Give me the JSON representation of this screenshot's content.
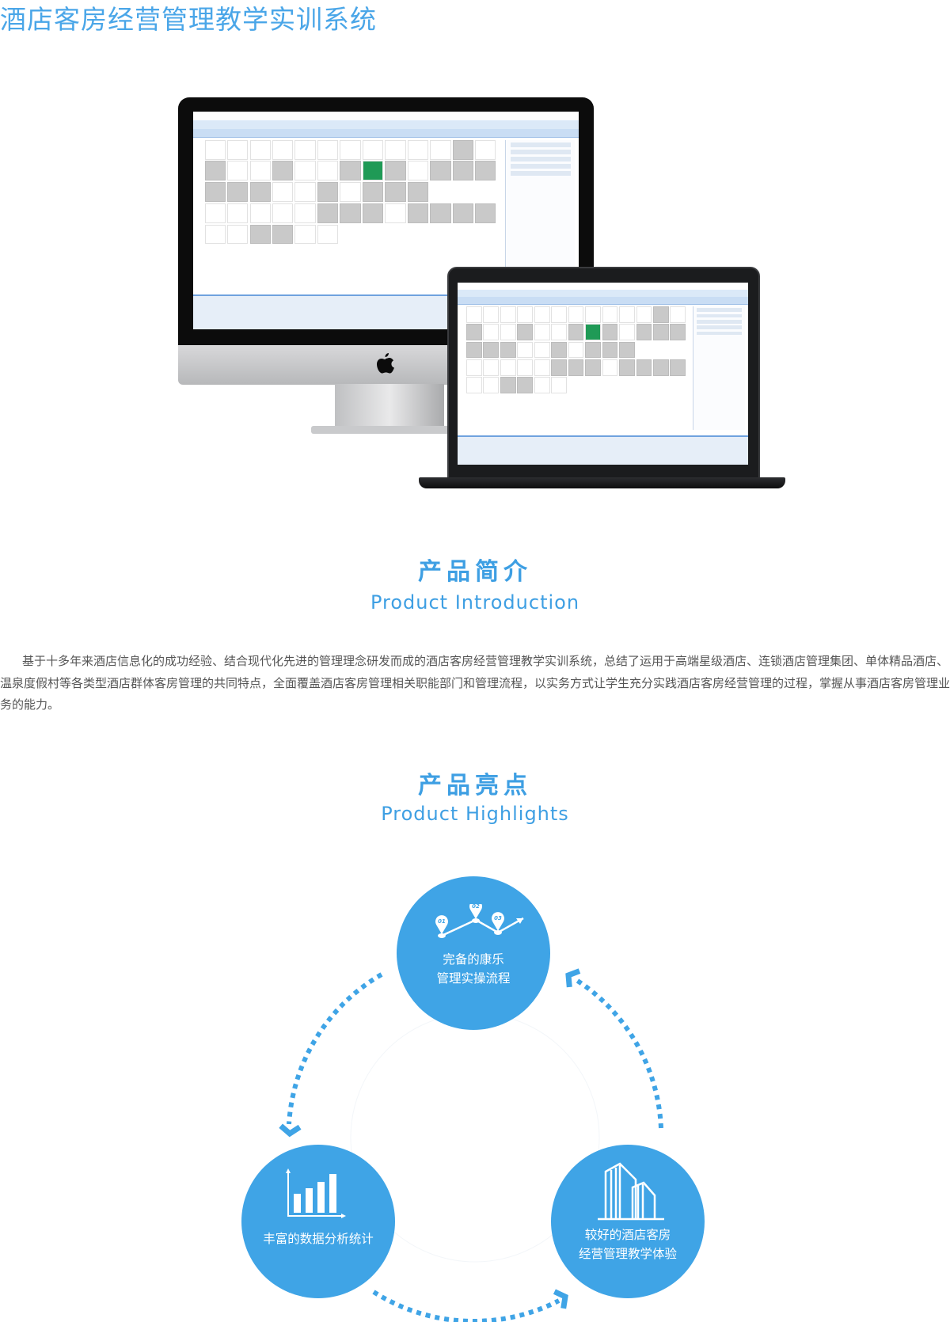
{
  "page": {
    "title": "酒店客房经营管理教学实训系统"
  },
  "intro": {
    "heading_cn": "产品简介",
    "heading_en": "Product Introduction",
    "body": "基于十多年来酒店信息化的成功经验、结合现代化先进的管理理念研发而成的酒店客房经营管理教学实训系统，总结了运用于高端星级酒店、连锁酒店管理集团、单体精品酒店、温泉度假村等各类型酒店群体客房管理的共同特点，全面覆盖酒店客房管理相关职能部门和管理流程，以实务方式让学生充分实践酒店客房经营管理的过程，掌握从事酒店客房管理业务的能力。"
  },
  "highlights": {
    "heading_cn": "产品亮点",
    "heading_en": "Product Highlights",
    "accent_color": "#3fa4e6",
    "items": [
      {
        "icon": "route-steps-icon",
        "pins": [
          "01",
          "02",
          "03"
        ],
        "line1": "完备的康乐",
        "line2": "管理实操流程"
      },
      {
        "icon": "bar-chart-icon",
        "line1": "丰富的数据分析统计"
      },
      {
        "icon": "buildings-icon",
        "line1": "较好的酒店客房",
        "line2": "经营管理教学体验"
      }
    ]
  }
}
